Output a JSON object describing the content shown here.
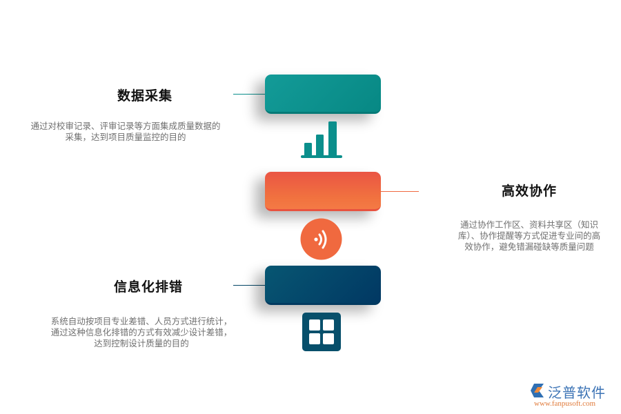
{
  "colors": {
    "teal": "#0b8f8c",
    "orange": "#f0693f",
    "navy": "#024565",
    "title_text": "#111111",
    "desc_text": "#6f6f6f"
  },
  "steps": [
    {
      "title": "数据采集",
      "side": "left",
      "description_lines": [
        "通过对校审记录、评审记录等方面集成质量数据的",
        "采集，达到项目质量监控的目的"
      ],
      "icon": "bar-chart-icon",
      "color": "#0b8f8c"
    },
    {
      "title": "高效协作",
      "side": "right",
      "description_lines": [
        "通过协作工作区、资料共享区（知识",
        "库）、协作提醒等方式促进专业间的高",
        "效协作，避免错漏碰缺等质量问题"
      ],
      "icon": "signal-waves-icon",
      "color": "#f0693f"
    },
    {
      "title": "信息化排错",
      "side": "left",
      "description_lines": [
        "系统自动按项目专业差错、人员方式进行统计，",
        "通过这种信息化排错的方式有效减少设计差错，",
        "达到控制设计质量的目的"
      ],
      "icon": "grid-icon",
      "color": "#024565"
    }
  ],
  "watermark": {
    "brand": "泛普软件",
    "url": "www.fanpusoft.com"
  }
}
